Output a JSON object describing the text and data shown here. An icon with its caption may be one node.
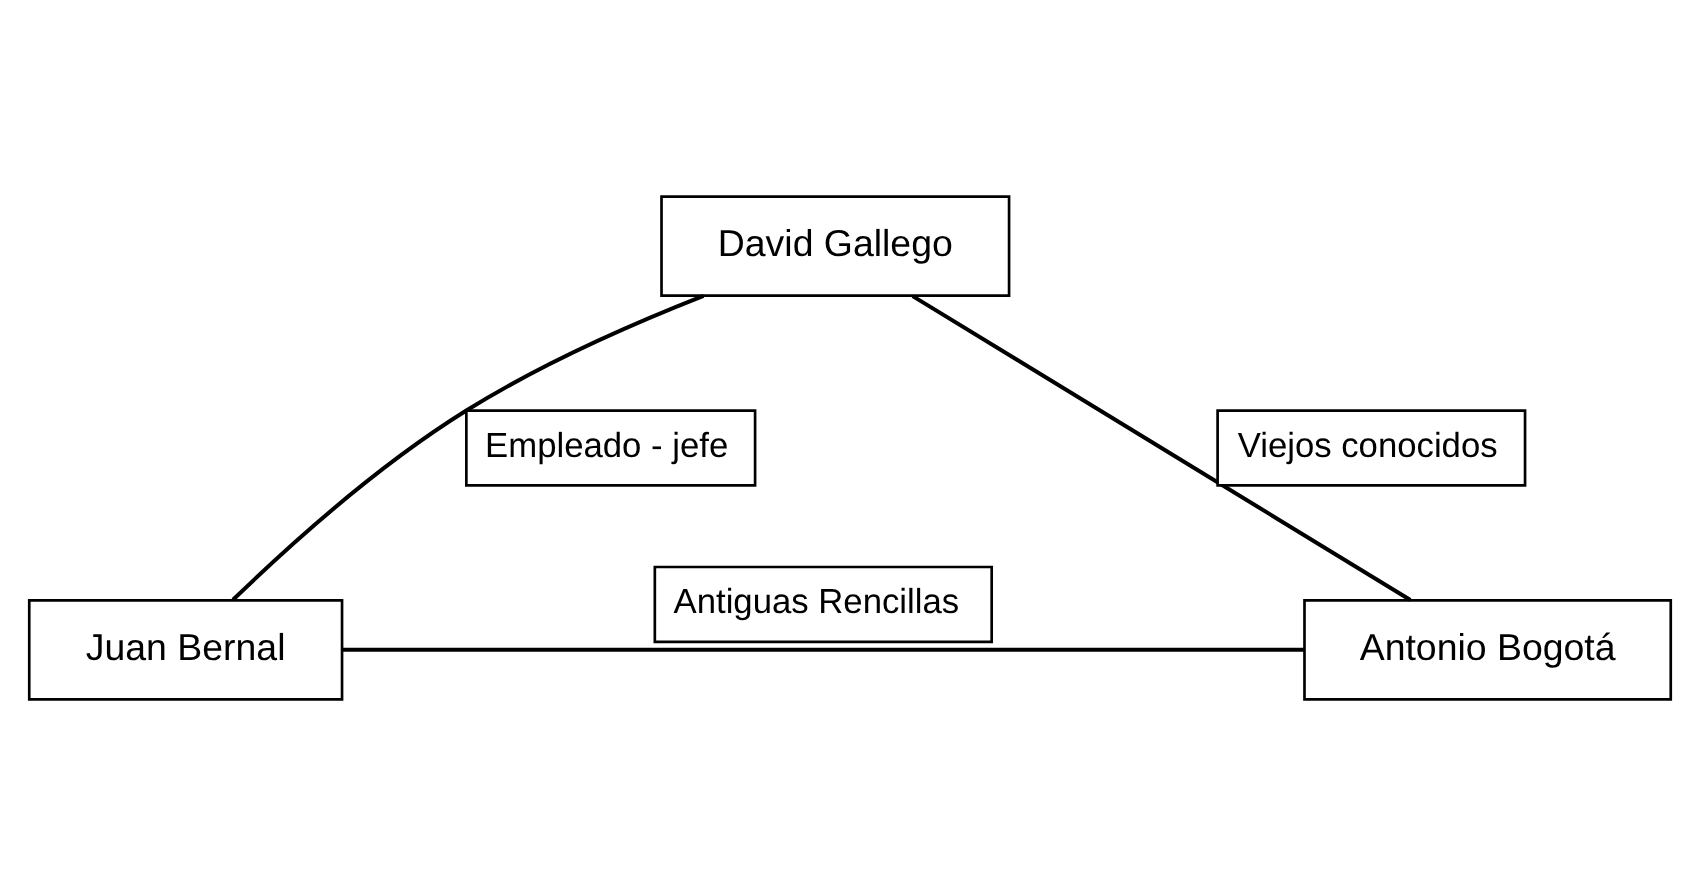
{
  "diagram": {
    "nodes": [
      {
        "text": [
          "David Gallego"
        ]
      },
      {
        "text": [
          "Juan Bernal"
        ]
      },
      {
        "text": [
          "Antonio Bogotá"
        ]
      }
    ],
    "edges": [
      {
        "from": 0,
        "to": 1,
        "arrow": "none",
        "label": "Empleado - jefe"
      },
      {
        "from": 0,
        "to": 2,
        "arrow": "none",
        "label": "Viejos conocidos"
      },
      {
        "from": 1,
        "to": 2,
        "arrow": "none",
        "label": "Antiguas Rencillas"
      }
    ]
  }
}
